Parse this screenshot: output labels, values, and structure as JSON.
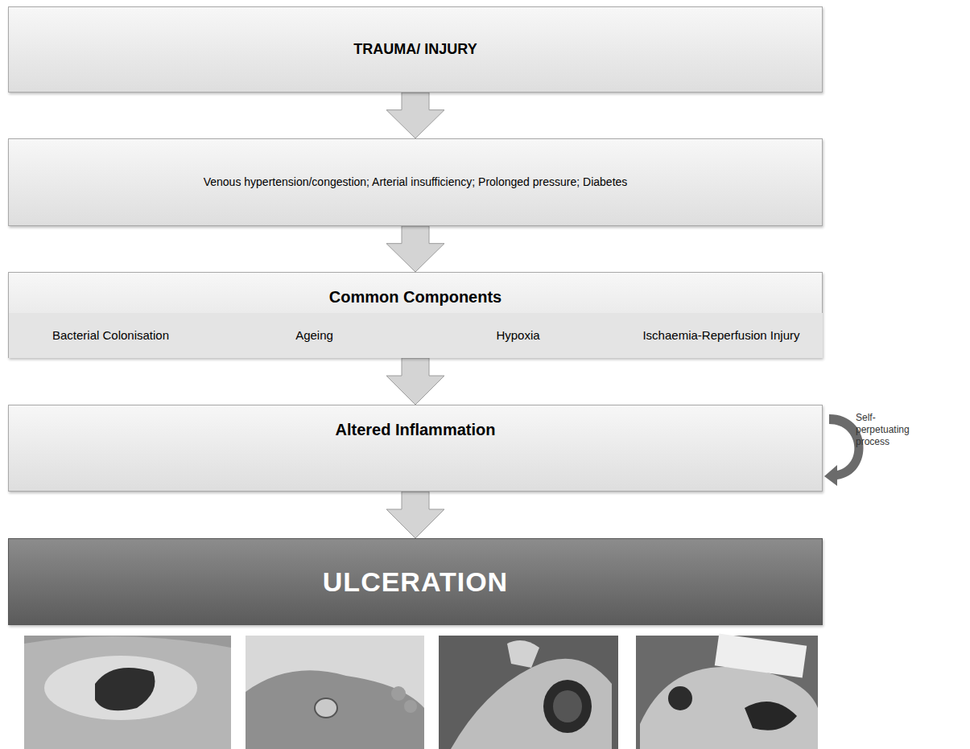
{
  "diagram": {
    "nodes": [
      {
        "text": [
          "TRAUMA/ INJURY"
        ]
      },
      {
        "text": [
          "Venous hypertension/congestion; Arterial insufficiency; Prolonged pressure; Diabetes"
        ]
      },
      {
        "text": [
          "Common Components"
        ]
      },
      {
        "text": [
          "Bacterial Colonisation"
        ],
        "in": 2
      },
      {
        "text": [
          "Ageing"
        ],
        "in": 2
      },
      {
        "text": [
          "Hypoxia"
        ],
        "in": 2
      },
      {
        "text": [
          "Ischaemia-Reperfusion Injury"
        ],
        "in": 2
      },
      {
        "text": [
          "Altered Inflammation"
        ]
      },
      {
        "text": [
          "ULCERATION"
        ]
      }
    ],
    "edges": [
      {
        "from": 0,
        "to": 1,
        "arrow": "to"
      },
      {
        "from": 1,
        "to": 2,
        "arrow": "to"
      },
      {
        "from": 2,
        "to": 7,
        "arrow": "to"
      },
      {
        "from": 7,
        "to": 8,
        "arrow": "to"
      }
    ],
    "labels": [
      "Self-perpetuating process"
    ]
  }
}
